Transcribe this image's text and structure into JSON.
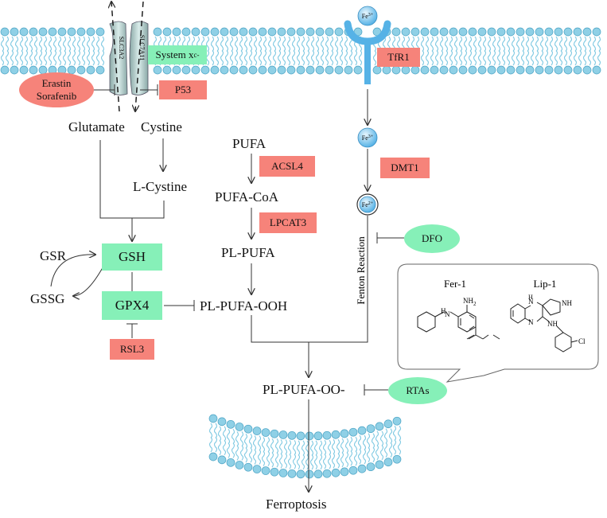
{
  "membrane": {
    "slc3a2": "SLC3A2",
    "slc7a11": "SLC7A11",
    "system_xc": "System x",
    "system_xc_sub": "c",
    "system_xc_sup": "-",
    "tfr1": "TfR1",
    "fe3_receptor": "Fe",
    "fe3_receptor_sup": "3+"
  },
  "inhibitors": {
    "erastin": "Erastin",
    "sorafenib": "Sorafenib",
    "p53": "P53",
    "rsl3": "RSL3",
    "dfo": "DFO",
    "rtas": "RTAs"
  },
  "iron": {
    "fe3": "Fe",
    "fe3_sup": "3+",
    "fe2": "Fe",
    "fe2_sup": "2+",
    "dmt1": "DMT1",
    "fenton": "Fenton Reaction"
  },
  "gsh_pathway": {
    "glutamate": "Glutamate",
    "cystine": "Cystine",
    "l_cystine": "L-Cystine",
    "gsh": "GSH",
    "gsr": "GSR",
    "gssg": "GSSG",
    "gpx4": "GPX4"
  },
  "pufa_pathway": {
    "pufa": "PUFA",
    "acsl4": "ACSL4",
    "pufa_coa": "PUFA-CoA",
    "lpcat3": "LPCAT3",
    "pl_pufa": "PL-PUFA",
    "pl_pufa_ooh": "PL-PUFA-OOH",
    "pl_pufa_oo": "PL-PUFA-OO-",
    "ferroptosis": "Ferroptosis"
  },
  "callout": {
    "fer1": "Fer-1",
    "lip1": "Lip-1",
    "nh2": "NH",
    "nh2_sub": "2",
    "h1": "H",
    "n": "N",
    "nh": "NH",
    "h2": "H",
    "cl": "Cl"
  },
  "colors": {
    "red_box": "#f6837a",
    "green_box": "#86f0b8",
    "membrane_head": "#8fd0e6",
    "receptor": "#56b2e6"
  }
}
